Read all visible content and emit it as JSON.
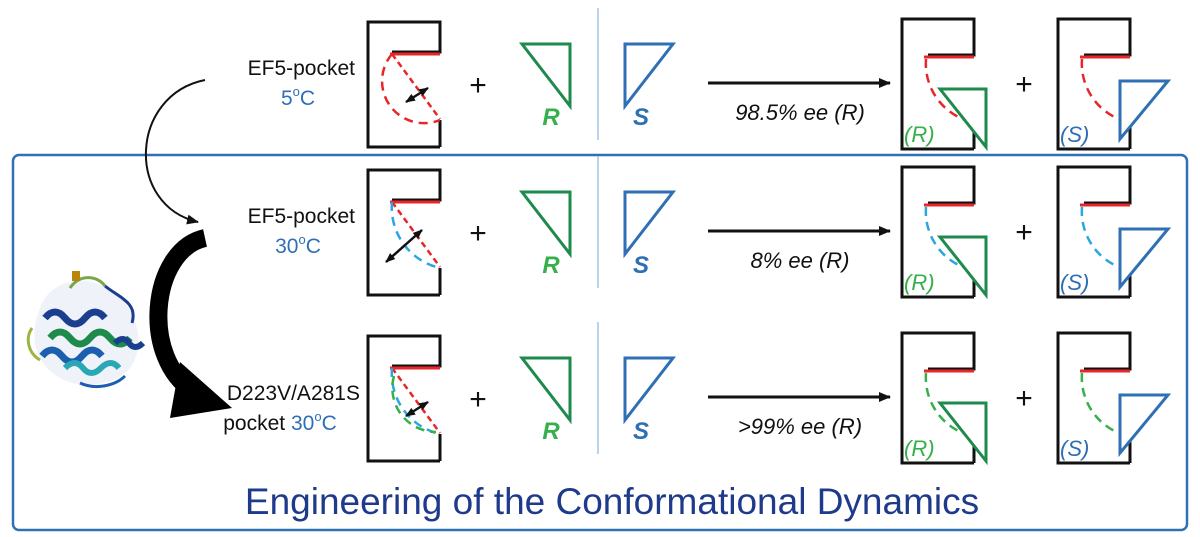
{
  "colors": {
    "black": "#111111",
    "red": "#e8262a",
    "green": "#1e8a4c",
    "blue": "#2f6fb4",
    "cyan": "#2aa7de",
    "bright_green": "#35b04a",
    "accent_title": "#1e3a8a",
    "frame_blue": "#2e71b5"
  },
  "rows": [
    {
      "pocket": "EF5-pocket",
      "temp_value": "5",
      "temp_sup": "o",
      "temp_unit": "C",
      "ee_text": "98.5% ee (R)"
    },
    {
      "pocket": "EF5-pocket",
      "temp_value": "30",
      "temp_sup": "o",
      "temp_unit": "C",
      "ee_text": "8% ee (R)"
    },
    {
      "pocket_line1": "D223V/A281S",
      "pocket_line2": "pocket",
      "temp_value": "30",
      "temp_sup": "o",
      "temp_unit": "C",
      "ee_text": ">99% ee (R)"
    }
  ],
  "enantiomer_labels": {
    "r": "R",
    "s": "S"
  },
  "product_labels": {
    "r": "(R)",
    "s": "(S)"
  },
  "plus": "+",
  "footer_title": "Engineering of the Conformational Dynamics",
  "icons": {
    "protein": "protein-structure-icon",
    "pocket": "binding-pocket-icon",
    "triangle": "substrate-triangle-icon"
  }
}
